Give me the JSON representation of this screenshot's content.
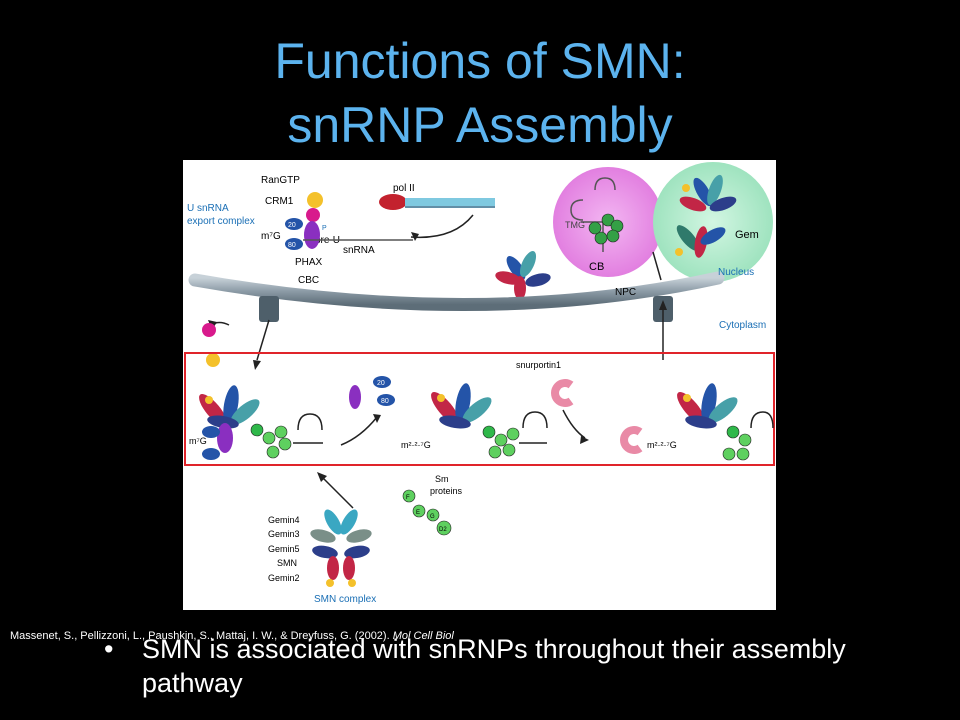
{
  "slide": {
    "title_line1": "Functions of SMN:",
    "title_line2": "snRNP Assembly",
    "bullet_marker": "•",
    "bullet_text": "SMN is associated with snRNPs throughout their assembly pathway",
    "citation_main": "Massenet, S., Pellizzoni, L., Paushkin, S., Mattaj, I. W., & Dreyfuss, G. (2002).",
    "citation_journal": "Mol Cell Biol",
    "title_color": "#5cb3ee"
  },
  "figure": {
    "labels": {
      "rangtp": "RanGTP",
      "crm1": "CRM1",
      "export1": "U snRNA",
      "export2": "export complex",
      "m7g": "m⁷G",
      "phax": "PHAX",
      "cbc": "CBC",
      "pre_u": "pre-U",
      "snrna": "snRNA",
      "pol2": "pol II",
      "tmg": "TMG",
      "cb": "CB",
      "gem": "Gem",
      "nucleus": "Nucleus",
      "npc": "NPC",
      "cytoplasm": "Cytoplasm",
      "snurportin": "snurportin1",
      "m227g_a": "m²·²·⁷G",
      "m227g_b": "m²·²·⁷G",
      "m7g_b": "m⁷G",
      "sm1": "Sm",
      "sm2": "proteins",
      "gemin4": "Gemin4",
      "gemin3": "Gemin3",
      "gemin5": "Gemin5",
      "smn": "SMN",
      "gemin2": "Gemin2",
      "smn_complex": "SMN complex",
      "cbp20": "20",
      "cbp80": "80",
      "p": "P"
    },
    "sm_letters": [
      "F",
      "E",
      "G",
      "D2"
    ],
    "colors": {
      "accent": "#1a6fb5",
      "box": "#e0242a",
      "membrane": "#8a9aa6",
      "cb": "#e98ce8",
      "gem": "#a8e8c6"
    }
  }
}
